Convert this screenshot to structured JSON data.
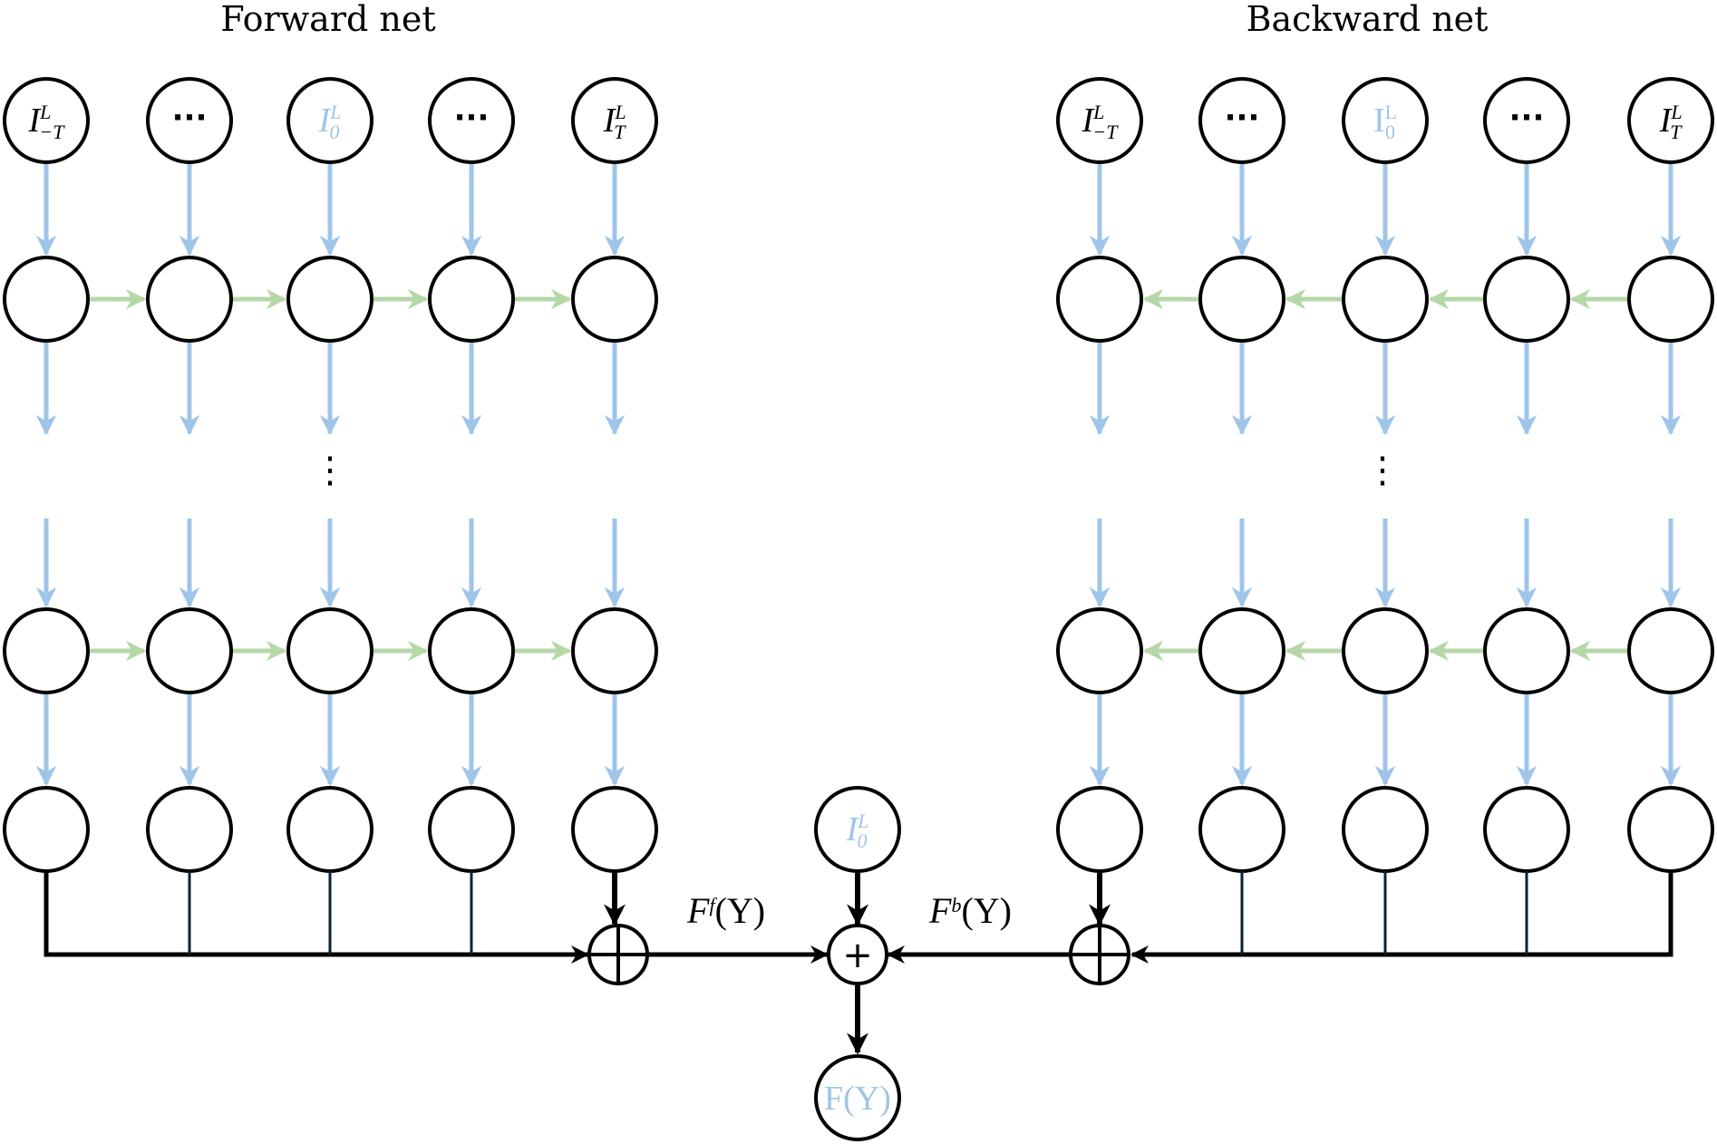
{
  "titles": {
    "forward": "Forward net",
    "backward": "Backward net"
  },
  "input_labels": {
    "i_neg_t": {
      "base": "I",
      "sup": "L",
      "sub": "−T"
    },
    "ellipsis": "···",
    "i_zero": {
      "base": "I",
      "sup": "L",
      "sub": "0"
    },
    "i_t": {
      "base": "I",
      "sup": "L",
      "sub": "T"
    }
  },
  "combine": {
    "forward_output": {
      "base": "F",
      "sup": "f",
      "arg": "(Y)"
    },
    "backward_output": {
      "base": "F",
      "sup": "b",
      "arg": "(Y)"
    },
    "center_input": {
      "base": "I",
      "sup": "L",
      "sub": "0"
    },
    "sum_symbol": "+",
    "final_output": "F(Y)"
  },
  "vertical_ellipsis": "⋮",
  "colors": {
    "node_stroke": "#000000",
    "vertical_arrow": "#9fc5e8",
    "recurrent_arrow": "#b6d7a8",
    "accent_text": "#9fc5e8",
    "combine_line": "#000000"
  }
}
